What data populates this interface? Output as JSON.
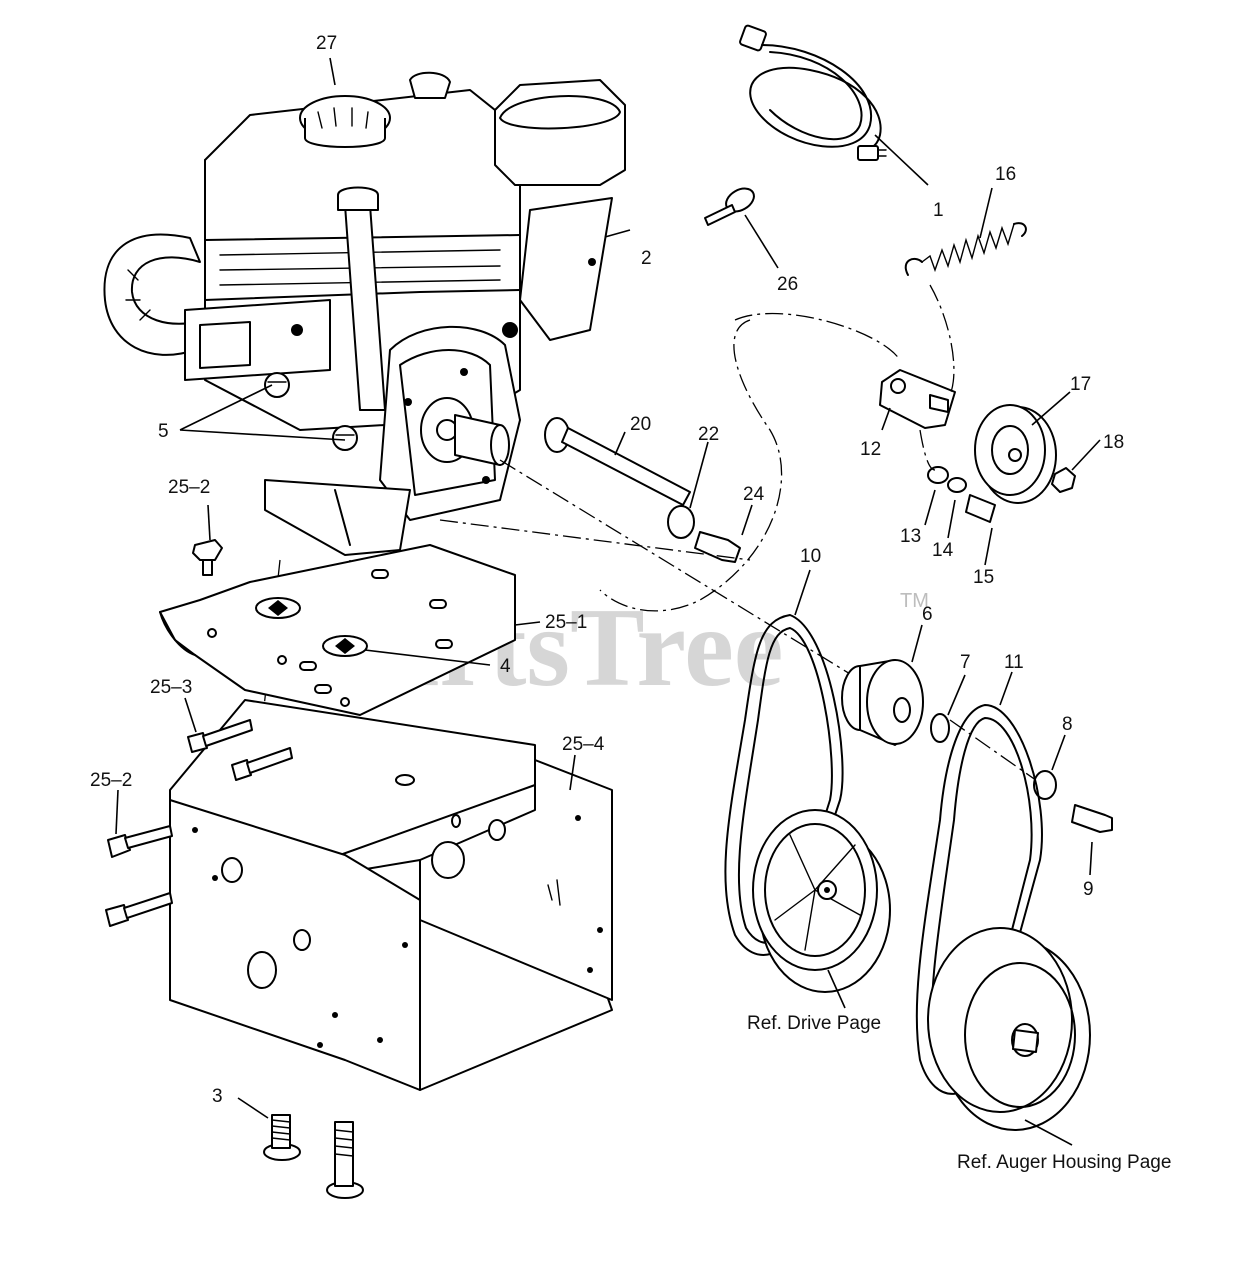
{
  "watermark": {
    "text": "PartsTree",
    "trademark": "TM"
  },
  "callouts": {
    "c1": "1",
    "c2": "2",
    "c3": "3",
    "c4": "4",
    "c5": "5",
    "c6": "6",
    "c7": "7",
    "c8": "8",
    "c9": "9",
    "c10": "10",
    "c11": "11",
    "c12": "12",
    "c13": "13",
    "c14": "14",
    "c15": "15",
    "c16": "16",
    "c17": "17",
    "c18": "18",
    "c20": "20",
    "c22": "22",
    "c24": "24",
    "c25_1": "25–1",
    "c25_2a": "25–2",
    "c25_2b": "25–2",
    "c25_3": "25–3",
    "c25_4": "25–4",
    "c26": "26",
    "c27": "27"
  },
  "references": {
    "drive": "Ref. Drive Page",
    "auger": "Ref. Auger Housing Page"
  }
}
